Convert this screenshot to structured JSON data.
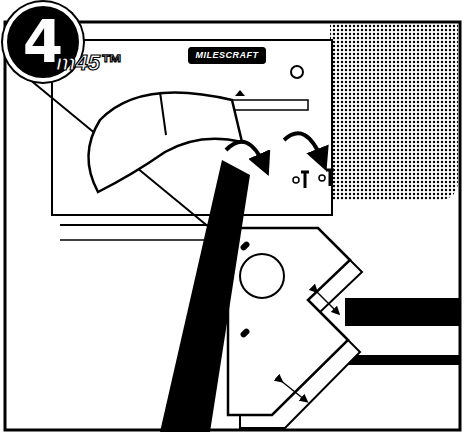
{
  "diagram": {
    "nodes": [
      {
        "text": [
          "4"
        ]
      },
      {
        "text": [
          "MILESCRAFT"
        ]
      }
    ],
    "labels": [
      "m45™"
    ]
  }
}
